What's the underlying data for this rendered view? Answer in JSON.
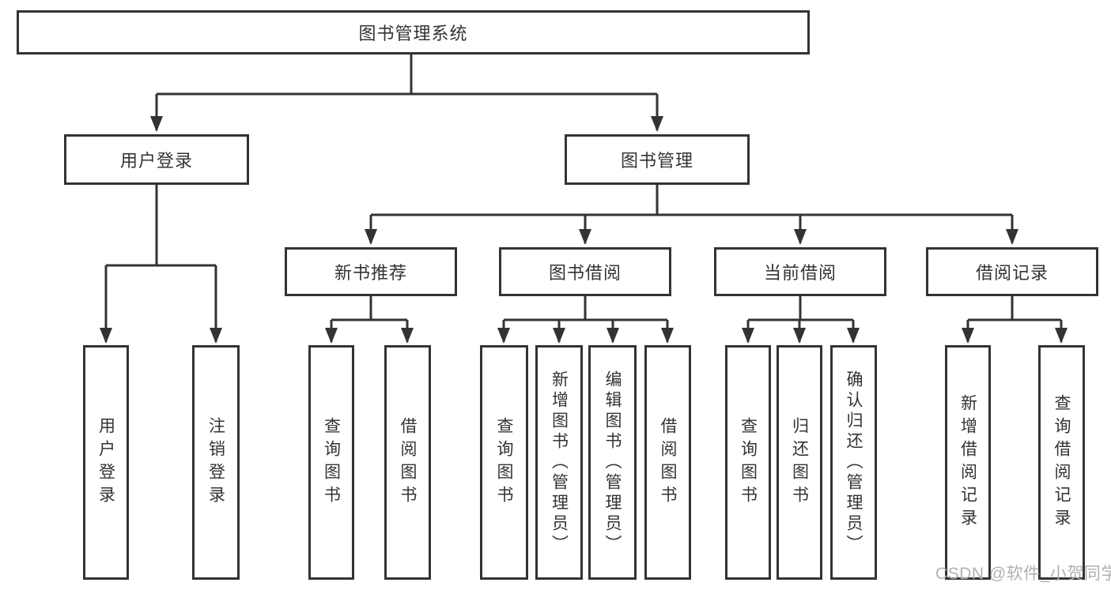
{
  "diagram": {
    "root": {
      "label": "图书管理系统"
    },
    "level2": [
      {
        "label": "用户登录"
      },
      {
        "label": "图书管理"
      }
    ],
    "level3": [
      {
        "label": "新书推荐"
      },
      {
        "label": "图书借阅"
      },
      {
        "label": "当前借阅"
      },
      {
        "label": "借阅记录"
      }
    ],
    "leaves": {
      "user_login": [
        {
          "label": "用户登录"
        },
        {
          "label": "注销登录"
        }
      ],
      "new_book_recommend": [
        {
          "label": "查询图书"
        },
        {
          "label": "借阅图书"
        }
      ],
      "book_borrow": [
        {
          "label": "查询图书"
        },
        {
          "label": "新增图书（管理员）"
        },
        {
          "label": "编辑图书（管理员）"
        },
        {
          "label": "借阅图书"
        }
      ],
      "current_borrow": [
        {
          "label": "查询图书"
        },
        {
          "label": "归还图书"
        },
        {
          "label": "确认归还（管理员）"
        }
      ],
      "borrow_records": [
        {
          "label": "新增借阅记录"
        },
        {
          "label": "查询借阅记录"
        }
      ]
    }
  },
  "watermark": "CSDN @软件_小贺同学",
  "colors": {
    "line": "#333333",
    "box_border": "#333333",
    "box_fill": "#ffffff",
    "text": "#333333",
    "watermark": "#aeb1b7"
  }
}
